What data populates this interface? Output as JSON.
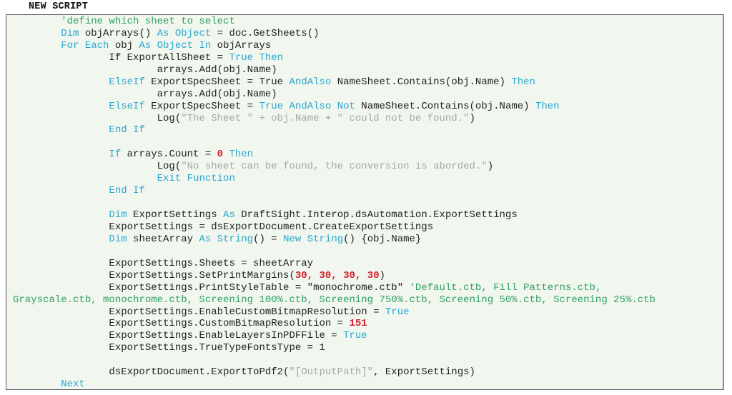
{
  "title": "NEW SCRIPT",
  "colors": {
    "keyword": "#2aa7cf",
    "comment": "#2fa063",
    "string": "#a8a8a8",
    "number": "#d31e2c",
    "text": "#222222",
    "background": "#f1f6ee"
  },
  "lines": [
    [
      {
        "t": "tx",
        "v": "        "
      },
      {
        "t": "cm",
        "v": "'define which sheet to select"
      }
    ],
    [
      {
        "t": "tx",
        "v": "        "
      },
      {
        "t": "kw",
        "v": "Dim"
      },
      {
        "t": "tx",
        "v": " objArrays() "
      },
      {
        "t": "kw",
        "v": "As Object"
      },
      {
        "t": "tx",
        "v": " = doc.GetSheets()"
      }
    ],
    [
      {
        "t": "tx",
        "v": "        "
      },
      {
        "t": "kw",
        "v": "For Each"
      },
      {
        "t": "tx",
        "v": " obj "
      },
      {
        "t": "kw",
        "v": "As Object In"
      },
      {
        "t": "tx",
        "v": " objArrays"
      }
    ],
    [
      {
        "t": "tx",
        "v": "                If ExportAllSheet = "
      },
      {
        "t": "kw",
        "v": "True Then"
      }
    ],
    [
      {
        "t": "tx",
        "v": "                        arrays.Add(obj.Name)"
      }
    ],
    [
      {
        "t": "tx",
        "v": "                "
      },
      {
        "t": "kw",
        "v": "ElseIf"
      },
      {
        "t": "tx",
        "v": " ExportSpecSheet = True "
      },
      {
        "t": "kw",
        "v": "AndAlso"
      },
      {
        "t": "tx",
        "v": " NameSheet.Contains(obj.Name) "
      },
      {
        "t": "kw",
        "v": "Then"
      }
    ],
    [
      {
        "t": "tx",
        "v": "                        arrays.Add(obj.Name)"
      }
    ],
    [
      {
        "t": "tx",
        "v": "                "
      },
      {
        "t": "kw",
        "v": "ElseIf"
      },
      {
        "t": "tx",
        "v": " ExportSpecSheet = "
      },
      {
        "t": "kw",
        "v": "True AndAlso Not"
      },
      {
        "t": "tx",
        "v": " NameSheet.Contains(obj.Name) "
      },
      {
        "t": "kw",
        "v": "Then"
      }
    ],
    [
      {
        "t": "tx",
        "v": "                        Log("
      },
      {
        "t": "st",
        "v": "\"The Sheet \" + obj.Name + \" could not be found.\""
      },
      {
        "t": "tx",
        "v": ")"
      }
    ],
    [
      {
        "t": "tx",
        "v": "                "
      },
      {
        "t": "kw",
        "v": "End If"
      }
    ],
    [],
    [
      {
        "t": "tx",
        "v": "                "
      },
      {
        "t": "kw",
        "v": "If"
      },
      {
        "t": "tx",
        "v": " arrays.Count = "
      },
      {
        "t": "nm",
        "v": "0"
      },
      {
        "t": "tx",
        "v": " "
      },
      {
        "t": "kw",
        "v": "Then"
      }
    ],
    [
      {
        "t": "tx",
        "v": "                        Log("
      },
      {
        "t": "st",
        "v": "\"No sheet can be found, the conversion is aborded.\""
      },
      {
        "t": "tx",
        "v": ")"
      }
    ],
    [
      {
        "t": "tx",
        "v": "                        "
      },
      {
        "t": "kw",
        "v": "Exit Function"
      }
    ],
    [
      {
        "t": "tx",
        "v": "                "
      },
      {
        "t": "kw",
        "v": "End If"
      }
    ],
    [],
    [
      {
        "t": "tx",
        "v": "                "
      },
      {
        "t": "kw",
        "v": "Dim"
      },
      {
        "t": "tx",
        "v": " ExportSettings "
      },
      {
        "t": "kw",
        "v": "As"
      },
      {
        "t": "tx",
        "v": " DraftSight.Interop.dsAutomation.ExportSettings"
      }
    ],
    [
      {
        "t": "tx",
        "v": "                ExportSettings = dsExportDocument.CreateExportSettings"
      }
    ],
    [
      {
        "t": "tx",
        "v": "                "
      },
      {
        "t": "kw",
        "v": "Dim"
      },
      {
        "t": "tx",
        "v": " sheetArray "
      },
      {
        "t": "kw",
        "v": "As String"
      },
      {
        "t": "tx",
        "v": "() = "
      },
      {
        "t": "kw",
        "v": "New String"
      },
      {
        "t": "tx",
        "v": "() {obj.Name}"
      }
    ],
    [],
    [
      {
        "t": "tx",
        "v": "                ExportSettings.Sheets = sheetArray"
      }
    ],
    [
      {
        "t": "tx",
        "v": "                ExportSettings.SetPrintMargins("
      },
      {
        "t": "nm",
        "v": "30, 30, 30, 30"
      },
      {
        "t": "tx",
        "v": ")"
      }
    ],
    [
      {
        "t": "tx",
        "v": "                ExportSettings.PrintStyleTable = \"monochrome.ctb\" "
      },
      {
        "t": "cm",
        "v": "'Default.ctb, Fill Patterns.ctb,"
      }
    ],
    [
      {
        "t": "cm",
        "v": "Grayscale.ctb, monochrome.ctb, Screening 100%.ctb, Screening 750%.ctb, Screening 50%.ctb, Screening 25%.ctb"
      }
    ],
    [
      {
        "t": "tx",
        "v": "                ExportSettings.EnableCustomBitmapResolution = "
      },
      {
        "t": "kw",
        "v": "True"
      }
    ],
    [
      {
        "t": "tx",
        "v": "                ExportSettings.CustomBitmapResolution = "
      },
      {
        "t": "nm",
        "v": "151"
      }
    ],
    [
      {
        "t": "tx",
        "v": "                ExportSettings.EnableLayersInPDFFile = "
      },
      {
        "t": "kw",
        "v": "True"
      }
    ],
    [
      {
        "t": "tx",
        "v": "                ExportSettings.TrueTypeFontsType = 1"
      }
    ],
    [],
    [
      {
        "t": "tx",
        "v": "                dsExportDocument.ExportToPdf2("
      },
      {
        "t": "st",
        "v": "\"[OutputPath]\""
      },
      {
        "t": "tx",
        "v": ", ExportSettings)"
      }
    ],
    [
      {
        "t": "tx",
        "v": "        "
      },
      {
        "t": "kw",
        "v": "Next"
      }
    ]
  ]
}
